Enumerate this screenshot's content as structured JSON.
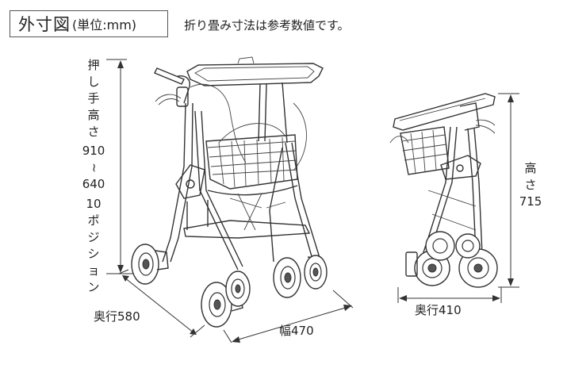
{
  "header": {
    "title": "外寸図",
    "unit": "(単位:mm)",
    "note": "折り畳み寸法は参考数値です。"
  },
  "dimensions": {
    "push_handle_height": {
      "label_chars": [
        "押",
        "し",
        "手",
        "高",
        "さ"
      ],
      "max": "910",
      "tilde": "~",
      "min": "640",
      "positions_chars": [
        "10",
        "ポ",
        "ジ",
        "シ",
        "ョ",
        "ン"
      ]
    },
    "depth_open": "奥行580",
    "width": "幅470",
    "height_folded": {
      "label_chars": [
        "高",
        "さ"
      ],
      "value": "715"
    },
    "depth_folded": "奥行410"
  },
  "colors": {
    "line": "#333333",
    "background": "#ffffff"
  }
}
